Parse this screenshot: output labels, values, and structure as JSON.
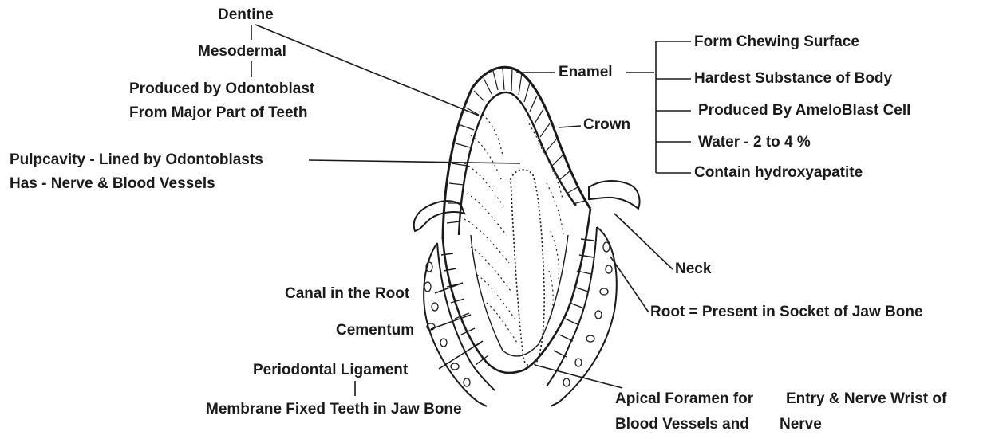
{
  "labels": {
    "dentine": "Dentine",
    "mesodermal": "Mesodermal",
    "produced_odontoblast": "Produced by Odontoblast",
    "major_part": "From Major Part of Teeth",
    "pulpcavity": "Pulpcavity - Lined by Odontoblasts",
    "nerve_vessels": "Has - Nerve & Blood Vessels",
    "enamel": "Enamel",
    "crown": "Crown",
    "neck": "Neck",
    "root": "Root =  Present in Socket of Jaw Bone",
    "canal": "Canal in the Root",
    "cementum": "Cementum",
    "periodontal": "Periodontal Ligament",
    "membrane": "Membrane Fixed Teeth in Jaw Bone",
    "apical_1": "Apical Foramen for",
    "apical_2": "Entry & Nerve Wrist of",
    "apical_3": "Blood Vessels and",
    "apical_4": "Nerve"
  },
  "enamel_facts": [
    "Form Chewing Surface",
    "Hardest Substance of Body",
    "Produced By AmeloBlast Cell",
    "Water - 2 to 4 %",
    "Contain hydroxyapatite"
  ]
}
